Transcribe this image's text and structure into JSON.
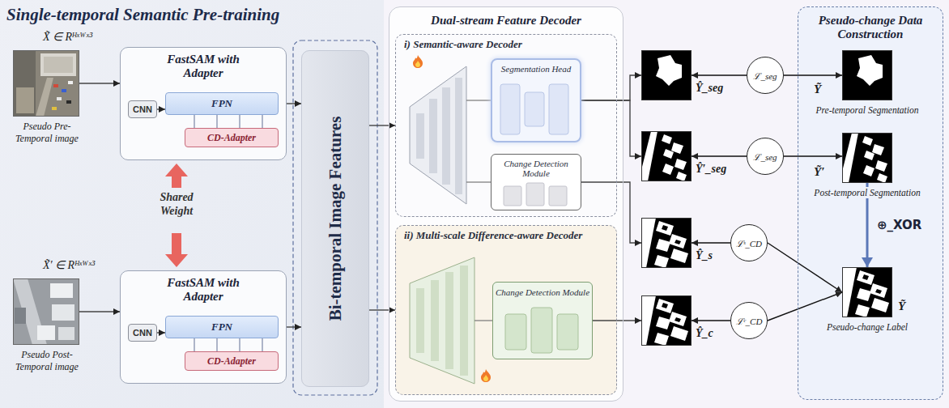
{
  "diagram": {
    "title": "Single-temporal Semantic Pre-training",
    "nodes": [
      {
        "text": [
          "X̃ ∈ Rᴴˣᵂˣ³",
          "Pseudo Pre-Temporal image"
        ]
      },
      {
        "text": [
          "FastSAM with Adapter"
        ]
      },
      {
        "text": [
          "CNN"
        ],
        "in": 1
      },
      {
        "text": [
          "FPN"
        ],
        "in": 1
      },
      {
        "text": [
          "CD-Adapter"
        ],
        "in": 1
      },
      {
        "text": [
          "X̃′ ∈ Rᴴˣᵂˣ³",
          "Pseudo Post-Temporal image"
        ]
      },
      {
        "text": [
          "FastSAM with Adapter"
        ]
      },
      {
        "text": [
          "CNN"
        ],
        "in": 6
      },
      {
        "text": [
          "FPN"
        ],
        "in": 6
      },
      {
        "text": [
          "CD-Adapter"
        ],
        "in": 6
      },
      {
        "text": [
          "Bi-temporal Image Features"
        ]
      },
      {
        "text": [
          "Dual-stream Feature Decoder"
        ]
      },
      {
        "text": [
          "i) Semantic-aware Decoder"
        ],
        "in": 11
      },
      {
        "text": [
          "Segmentation Head"
        ],
        "in": 12
      },
      {
        "text": [
          "Change Detection Module"
        ],
        "in": 12
      },
      {
        "text": [
          "ii) Multi-scale Difference-aware Decoder"
        ],
        "in": 11
      },
      {
        "text": [
          "Change Detection Module"
        ],
        "in": 15
      },
      {
        "text": [
          "Ŷ_seg"
        ]
      },
      {
        "text": [
          "Ŷ′_seg"
        ]
      },
      {
        "text": [
          "Ŷ_s"
        ]
      },
      {
        "text": [
          "Ŷ_c"
        ]
      },
      {
        "text": [
          "ℒ_seg"
        ]
      },
      {
        "text": [
          "ℒ_seg"
        ]
      },
      {
        "text": [
          "ℒˢ_CD"
        ]
      },
      {
        "text": [
          "ℒᶜ_CD"
        ]
      },
      {
        "text": [
          "Pseudo-change Data Construction"
        ]
      },
      {
        "text": [
          "Ỹ",
          "Pre-temporal Segmentation"
        ],
        "in": 25
      },
      {
        "text": [
          "Ỹ′",
          "Post-temporal Segmentation"
        ],
        "in": 25
      },
      {
        "text": [
          "Ỹ",
          "Pseudo-change Label"
        ],
        "in": 25
      }
    ],
    "edges": [
      {
        "from": 0,
        "to": 1,
        "arrow": "to"
      },
      {
        "from": 2,
        "to": 3,
        "arrow": "to"
      },
      {
        "from": 5,
        "to": 6,
        "arrow": "to"
      },
      {
        "from": 7,
        "to": 8,
        "arrow": "to"
      },
      {
        "from": 1,
        "to": 10,
        "arrow": "to"
      },
      {
        "from": 6,
        "to": 10,
        "arrow": "to"
      },
      {
        "from": 10,
        "to": 12,
        "arrow": "to"
      },
      {
        "from": 10,
        "to": 15,
        "arrow": "to"
      },
      {
        "from": 13,
        "to": 17,
        "arrow": "to"
      },
      {
        "from": 13,
        "to": 18,
        "arrow": "to"
      },
      {
        "from": 14,
        "to": 19,
        "arrow": "to"
      },
      {
        "from": 16,
        "to": 20,
        "arrow": "to"
      },
      {
        "from": 21,
        "to": 17,
        "arrow": "to"
      },
      {
        "from": 21,
        "to": 26,
        "arrow": "to"
      },
      {
        "from": 22,
        "to": 18,
        "arrow": "to"
      },
      {
        "from": 22,
        "to": 27,
        "arrow": "to"
      },
      {
        "from": 23,
        "to": 19,
        "arrow": "to"
      },
      {
        "from": 23,
        "to": 28,
        "arrow": "to"
      },
      {
        "from": 24,
        "to": 20,
        "arrow": "to"
      },
      {
        "from": 24,
        "to": 28,
        "arrow": "to"
      },
      {
        "from": 27,
        "to": 28,
        "label": "⊕_XOR",
        "arrow": "to"
      }
    ],
    "labels": [
      "Shared Weight"
    ]
  }
}
